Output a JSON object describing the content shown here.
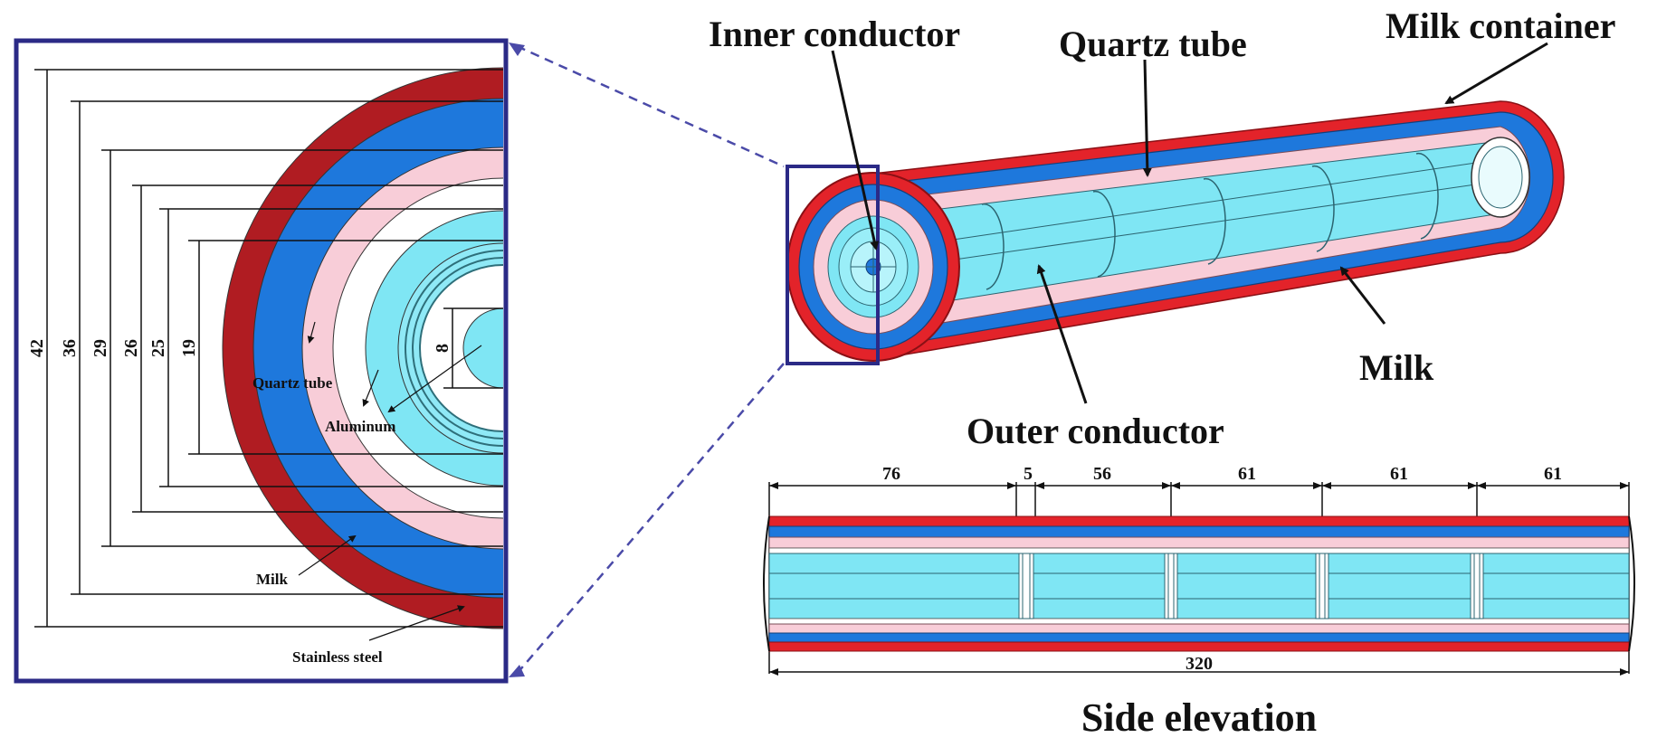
{
  "detail": {
    "dims": [
      "42",
      "36",
      "29",
      "26",
      "25",
      "19",
      "8"
    ],
    "labels": {
      "quartz": "Quartz tube",
      "aluminum": "Aluminum",
      "milk": "Milk",
      "steel": "Stainless steel"
    }
  },
  "cylinder": {
    "labels": {
      "inner": "Inner conductor",
      "quartz": "Quartz tube",
      "container": "Milk container",
      "milk": "Milk",
      "outer": "Outer conductor"
    }
  },
  "side": {
    "dims": [
      "76",
      "5",
      "56",
      "61",
      "61",
      "61"
    ],
    "total": "320",
    "title": "Side elevation"
  },
  "colors": {
    "steel": "#b01c22",
    "blue": "#1e78dc",
    "pink": "#f8cdd8",
    "cyan": "#7fe6f4",
    "red": "#e3232a",
    "frame": "#2b2a86"
  }
}
